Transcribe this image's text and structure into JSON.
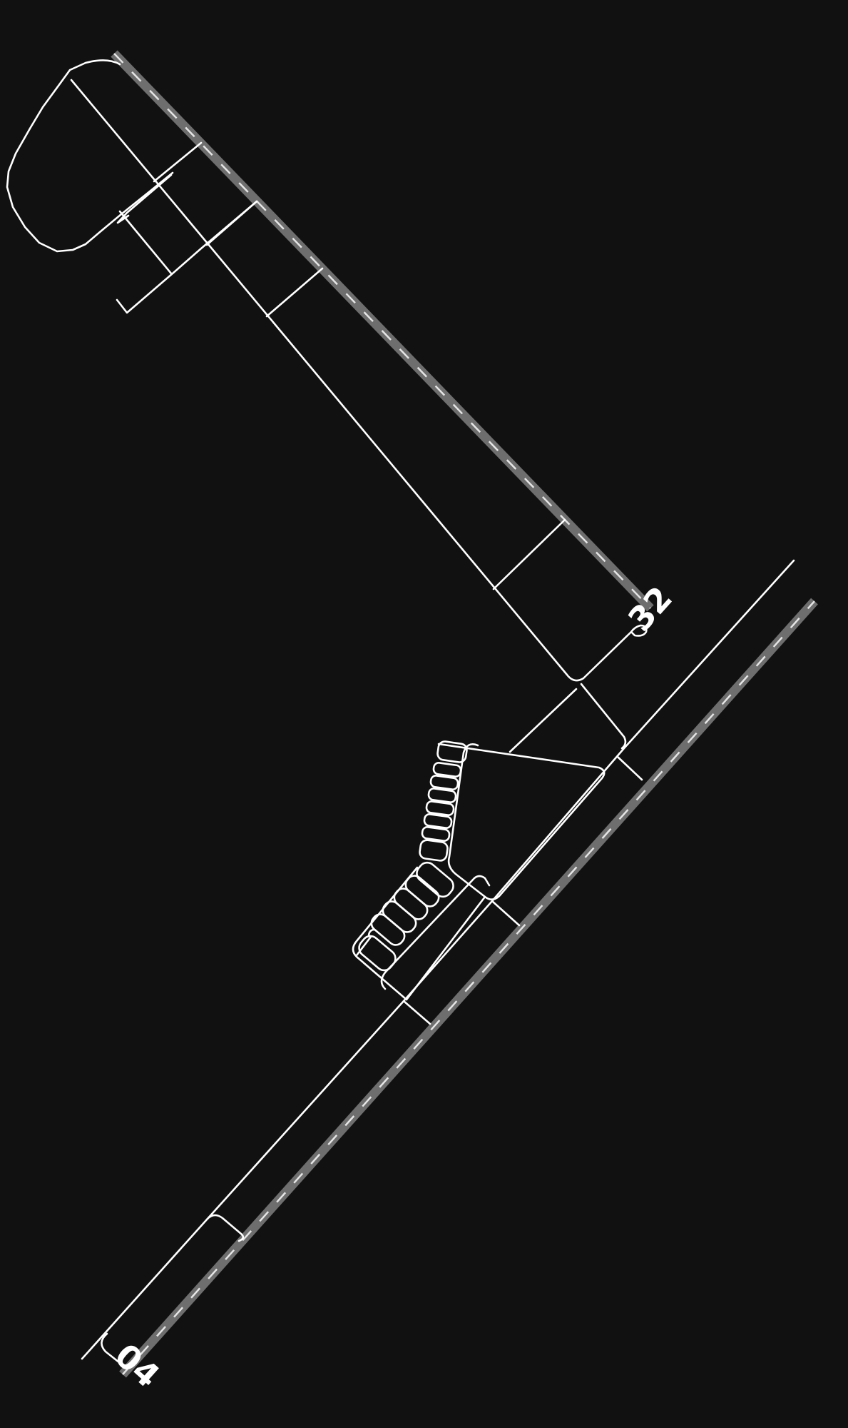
{
  "map": {
    "background": "#111111",
    "runway_color": "#6e6e6e",
    "centerline_color": "#e6e6e6",
    "taxiway_color": "#ffffff"
  },
  "runways": [
    {
      "id": "runway-04-22",
      "label": "04"
    },
    {
      "id": "runway-14-32",
      "label": "32"
    }
  ]
}
